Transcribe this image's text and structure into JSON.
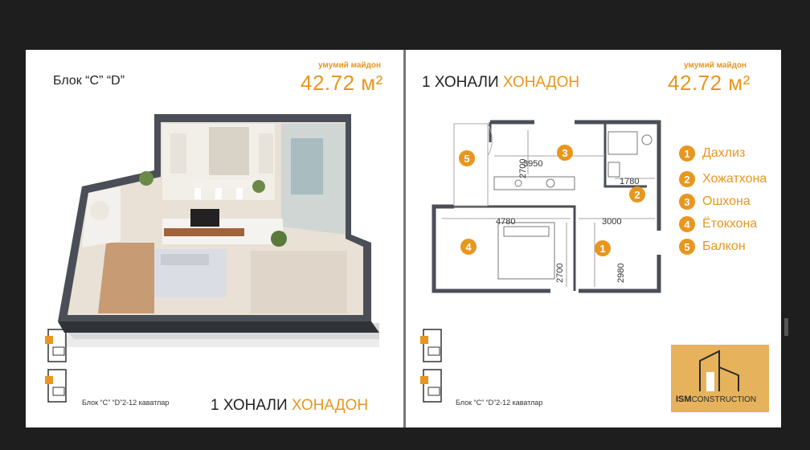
{
  "left": {
    "block_title": "Блок “C” “D”",
    "area_label": "умумий майдон",
    "area_value": "42.72 м²",
    "floor_caption": "Блок  “C”  “D”2-12 каватлар",
    "heading_part1": "1 ХОНАЛИ",
    "heading_part2": "ХОНАДОН"
  },
  "right": {
    "heading_part1": "1 ХОНАЛИ",
    "heading_part2": "ХОНАДОН",
    "area_label": "умумий майдон",
    "area_value": "42.72 м²",
    "floor_caption": "Блок  “C”  “D”2-12 каватлар",
    "dimensions": {
      "d2700_top": "2700",
      "d3950": "3950",
      "d1780": "1780",
      "d4780": "4780",
      "d3000": "3000",
      "d2700_bottom": "2700",
      "d2980": "2980"
    },
    "room_numbers": [
      "1",
      "2",
      "3",
      "4",
      "5"
    ],
    "legend": [
      {
        "num": "1",
        "label": "Дахлиз"
      },
      {
        "num": "2",
        "label": "Хожатхона"
      },
      {
        "num": "3",
        "label": "Ошхона"
      },
      {
        "num": "4",
        "label": "Ётокхона"
      },
      {
        "num": "5",
        "label": "Балкон"
      }
    ],
    "logo": {
      "brand": "ISM",
      "text": "CONSTRUCTION"
    }
  },
  "colors": {
    "accent": "#e8961e",
    "frame": "#1e1e1e",
    "wall": "#4a4f57",
    "logo_bg": "#e6b25c"
  }
}
